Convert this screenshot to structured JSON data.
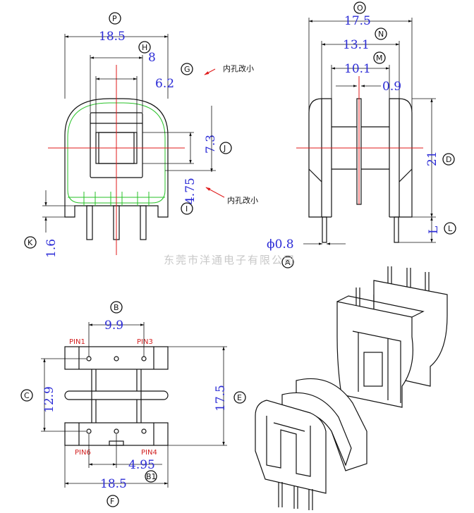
{
  "watermark": "东莞市洋通电子有限公司",
  "front_view": {
    "dims": {
      "P": "18.5",
      "H": "8",
      "G": "6.2",
      "J": "7.3",
      "I": "4.75",
      "K": "1.6"
    },
    "labels": {
      "P": "P",
      "H": "H",
      "G": "G",
      "J": "J",
      "I": "I",
      "K": "K"
    },
    "note_top": "内孔改小",
    "note_bottom": "内孔改小"
  },
  "side_view": {
    "dims": {
      "O": "17.5",
      "N": "13.1",
      "M": "10.1",
      "M2": "0.9",
      "D": "21",
      "L": "L",
      "A": "ϕ0.8"
    },
    "labels": {
      "O": "O",
      "N": "N",
      "M": "M",
      "D": "D",
      "L": "L",
      "A": "A"
    }
  },
  "bottom_view": {
    "dims": {
      "B": "9.9",
      "C": "12.9",
      "E": "17.5",
      "B1": "4.95",
      "F": "18.5"
    },
    "labels": {
      "B": "B",
      "C": "C",
      "E": "E",
      "B1": "B1",
      "F": "F"
    },
    "pins": {
      "pin1": "PIN1",
      "pin3": "PIN3",
      "pin4": "PIN4",
      "pin6": "PIN6"
    }
  },
  "colors": {
    "dimension": "#2b2bd6",
    "centerline": "#e01b1b",
    "inner_outline": "#27c227",
    "outline": "#111111"
  }
}
